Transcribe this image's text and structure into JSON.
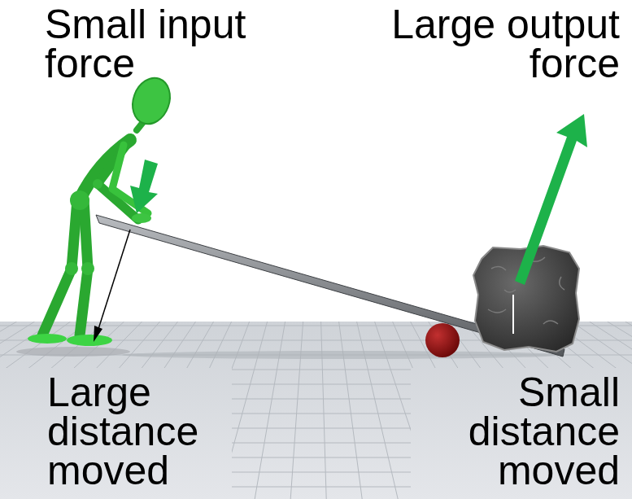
{
  "diagram": {
    "labels": [
      "Small input force",
      "Large output force",
      "Large distance moved",
      "Small distance moved"
    ]
  }
}
